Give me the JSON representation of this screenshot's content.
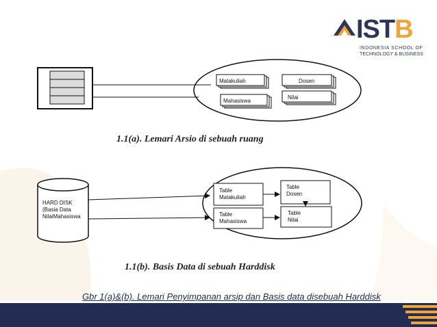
{
  "caption_a": "1.1(a). Lemari Arsio di sebuah ruang",
  "caption_b": "1.1(b). Basis Data di sebuah Harddisk",
  "footer_caption": "Gbr 1(a)&(b).  Lemari Penyimpanan arsip dan Basis data disebuah Harddisk",
  "logo": {
    "word_ist": "IST",
    "word_b": "B",
    "line1": "INDONESIA SCHOOL OF",
    "line2": "TECHNOLOGY & BUSINESS",
    "colors": {
      "navy": "#2d3658",
      "orange": "#f0a43a"
    }
  },
  "diagram_a": {
    "folders": [
      {
        "label": "Matakuliah"
      },
      {
        "label": "Dosen"
      },
      {
        "label": "Mahasiswa"
      },
      {
        "label": "Nilai"
      }
    ]
  },
  "diagram_b": {
    "harddisk": {
      "line1": "HARD DISK",
      "line2": "(Basia Data",
      "line3": "NilaiMahasiswa"
    },
    "tables": [
      {
        "line1": "Table",
        "line2": "Matakuliah"
      },
      {
        "line1": "Table",
        "line2": "Dosen"
      },
      {
        "line1": "Table",
        "line2": "Mahasiswa"
      },
      {
        "line1": "Table",
        "line2": "Nilai"
      }
    ]
  },
  "colors": {
    "footer_bar": "#232c52",
    "stripe_orange": "#f0a43a",
    "background_swoosh": "#fbf4ea"
  }
}
